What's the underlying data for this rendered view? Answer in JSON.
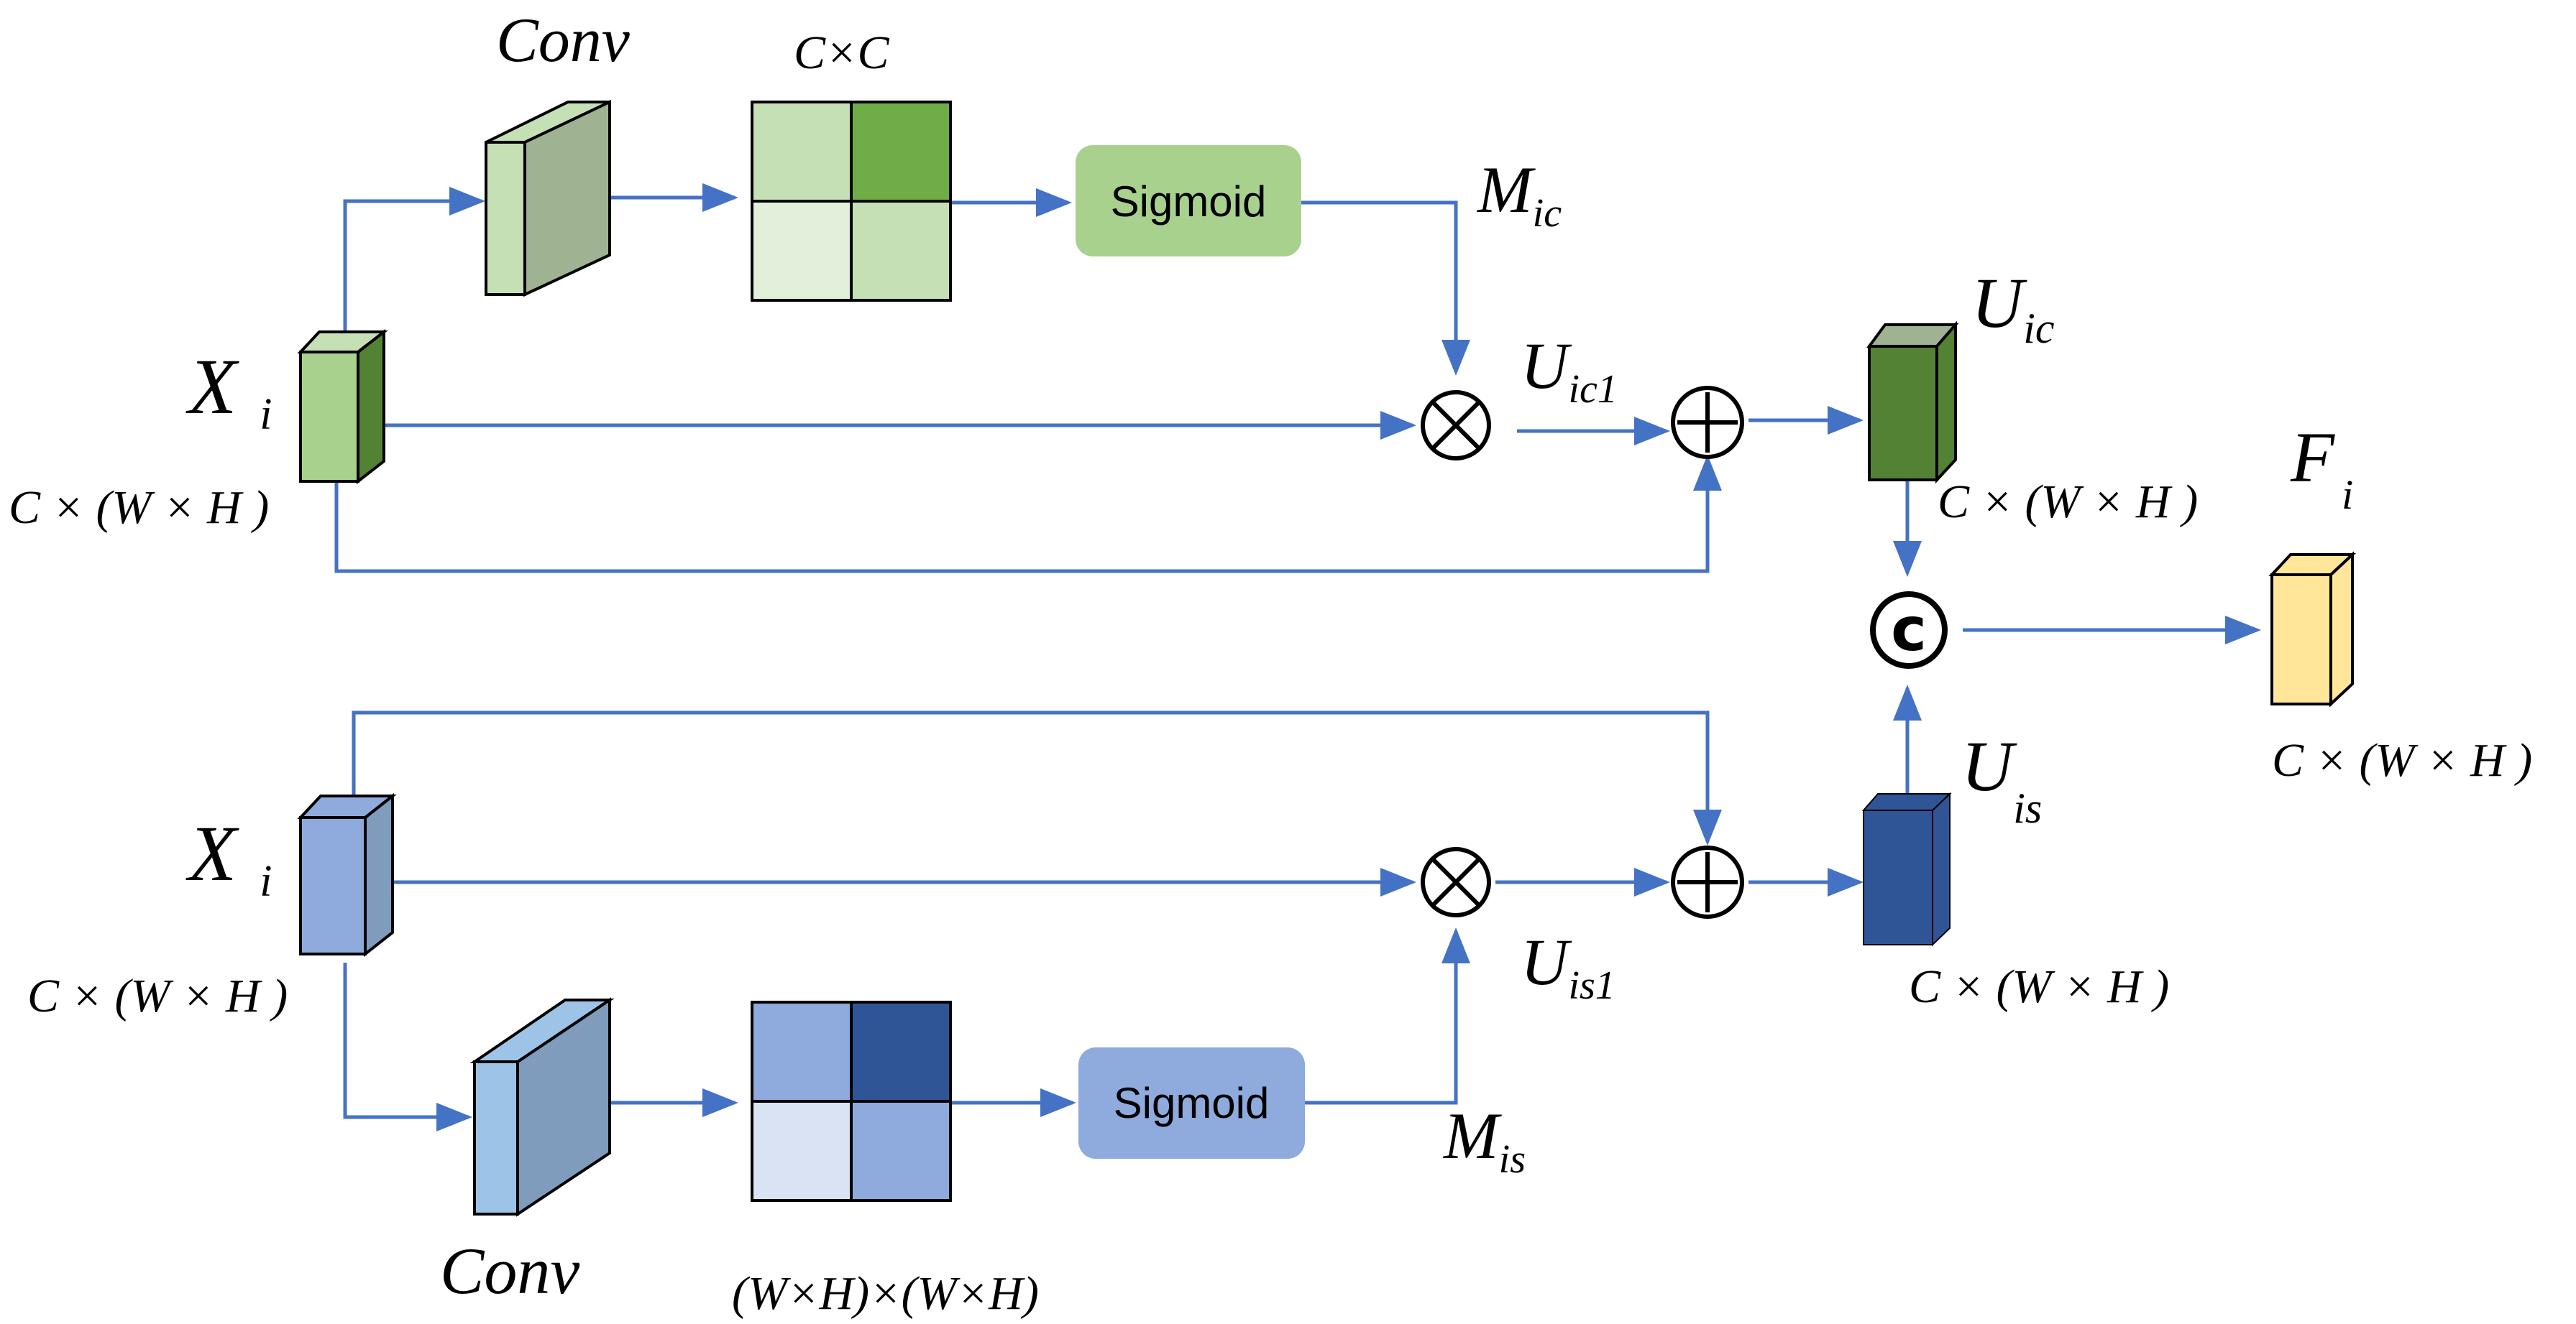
{
  "colors": {
    "arrow": "#4472c4",
    "green_light": "#c5e0b4",
    "green_pale": "#e2efda",
    "green_mid": "#a9d18e",
    "green_dark": "#70ad47",
    "green_deep": "#548235",
    "green_side": "#9fb393",
    "blue_light": "#9dc3e6",
    "blue_mid": "#8faadc",
    "blue_pale": "#dae3f3",
    "blue_dark": "#2f5597",
    "blue_side": "#7f9cbd",
    "yellow": "#ffe699"
  },
  "icons": {
    "multiply": "circled-times-icon",
    "add": "circled-plus-icon",
    "concat": "circled-c-icon"
  },
  "top_branch": {
    "input_label": {
      "main": "X",
      "sub": "i"
    },
    "input_dim": "C × (W × H )",
    "conv_label": "Conv",
    "matrix_label": "C×C",
    "sigmoid_label": "Sigmoid",
    "mask_label": {
      "main": "M",
      "sub": "ic"
    },
    "product_label": {
      "main": "U",
      "sub": "ic1"
    },
    "output_label": {
      "main": "U",
      "sub": "ic"
    },
    "output_dim": "C × (W × H )"
  },
  "bottom_branch": {
    "input_label": {
      "main": "X",
      "sub": "i"
    },
    "input_dim": "C × (W × H )",
    "conv_label": "Conv",
    "matrix_label": "(W×H)×(W×H)",
    "sigmoid_label": "Sigmoid",
    "mask_label": {
      "main": "M",
      "sub": "is"
    },
    "product_label": {
      "main": "U",
      "sub": "is1"
    },
    "output_label": {
      "main": "U",
      "sub": "is"
    },
    "output_dim": "C × (W × H )"
  },
  "fusion": {
    "output_label": {
      "main": "F",
      "sub": "i"
    },
    "output_dim": "C × (W × H )",
    "concat_symbol": "c"
  }
}
